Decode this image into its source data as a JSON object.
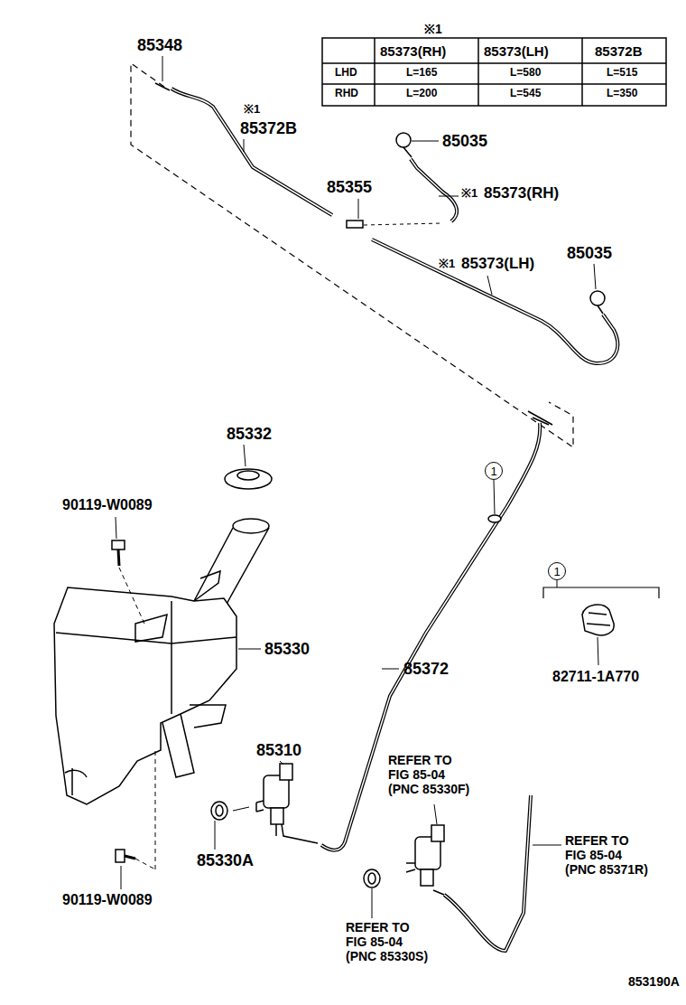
{
  "diagram": {
    "nodes": [
      {
        "text": [
          "1"
        ]
      },
      {
        "text": [
          "1"
        ]
      }
    ],
    "labels": [
      "※1",
      "85373(RH)",
      "85373(LH)",
      "85372B",
      "LHD",
      "L=165",
      "L=580",
      "L=515",
      "RHD",
      "L=200",
      "L=545",
      "L=350",
      "85348",
      "※1",
      "85372B",
      "85035",
      "85355",
      "※1",
      "85373(RH)",
      "※1",
      "85373(LH)",
      "85035",
      "85332",
      "90119-W0089",
      "85330",
      "85372",
      "82711-1A770",
      "85310",
      "REFER TO FIG 85-04 (PNC 85330F)",
      "85330A",
      "REFER TO FIG 85-04 (PNC 85371R)",
      "90119-W0089",
      "REFER TO FIG 85-04 (PNC 85330S)",
      "853190A"
    ]
  }
}
